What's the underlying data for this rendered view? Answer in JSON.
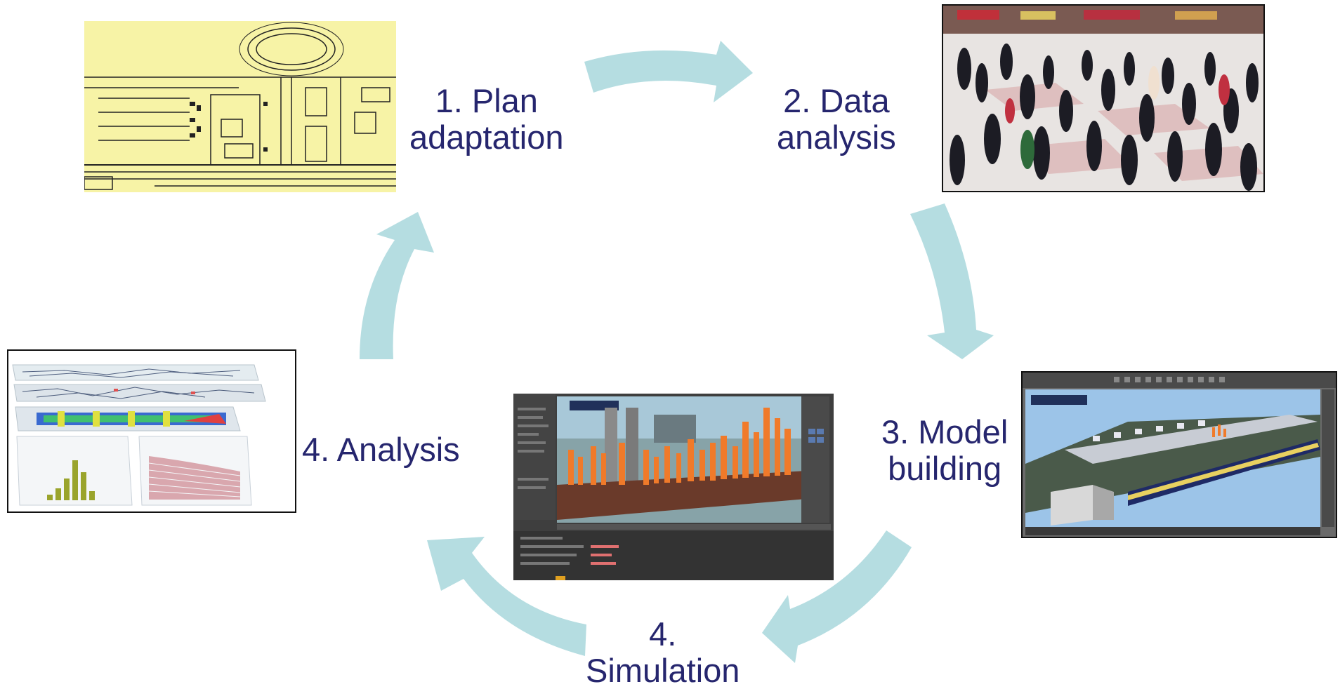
{
  "steps": {
    "plan": {
      "line1": "1. Plan",
      "line2": "adaptation"
    },
    "data": {
      "line1": "2. Data",
      "line2": "analysis"
    },
    "model": {
      "line1": "3. Model",
      "line2": "building"
    },
    "sim": {
      "line1": "4.",
      "line2": "Simulation"
    },
    "analysis": {
      "line1": "4. Analysis"
    }
  },
  "colors": {
    "arrow": "#b5dde1",
    "label_text": "#26266e",
    "plan_background": "#f7f3a6",
    "bar_chart": "#9aa42c",
    "area_chart": "#d9a7ae",
    "crowd_orange": "#f07a2a"
  }
}
